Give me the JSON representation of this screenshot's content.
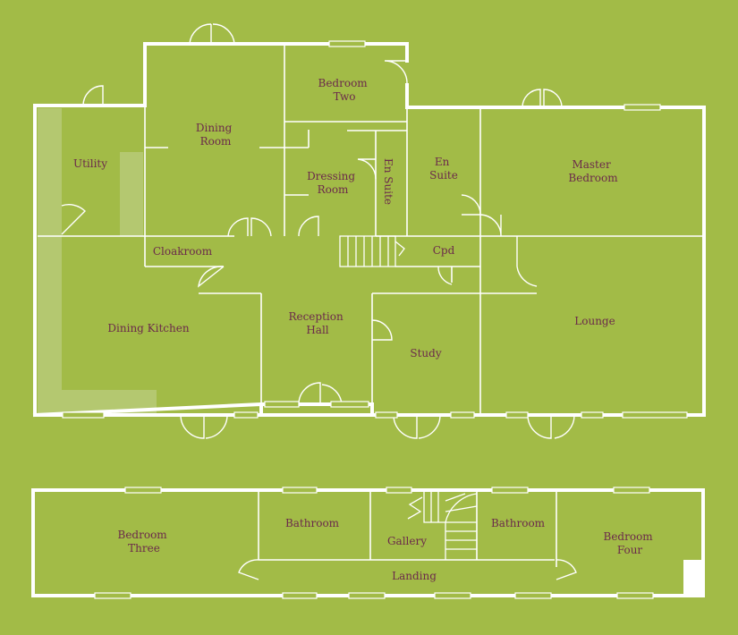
{
  "colors": {
    "background": "#a2bb47",
    "walls": "#ffffff",
    "labels": "#6b2a4a",
    "worktops": "#b4c870"
  },
  "ground_floor": {
    "rooms": {
      "dining_room": [
        "Dining",
        "Room"
      ],
      "bedroom_two": [
        "Bedroom",
        "Two"
      ],
      "utility": [
        "Utility"
      ],
      "dressing_room": [
        "Dressing",
        "Room"
      ],
      "en_suite_vertical": [
        "En Suite"
      ],
      "en_suite": [
        "En",
        "Suite"
      ],
      "master_bedroom": [
        "Master",
        "Bedroom"
      ],
      "cloakroom": [
        "Cloakroom"
      ],
      "cpd": [
        "Cpd"
      ],
      "reception_hall": [
        "Reception",
        "Hall"
      ],
      "dining_kitchen": [
        "Dining Kitchen"
      ],
      "lounge": [
        "Lounge"
      ],
      "study": [
        "Study"
      ]
    }
  },
  "first_floor": {
    "rooms": {
      "bedroom_three": [
        "Bedroom",
        "Three"
      ],
      "bathroom_left": [
        "Bathroom"
      ],
      "gallery": [
        "Gallery"
      ],
      "bathroom_right": [
        "Bathroom"
      ],
      "bedroom_four": [
        "Bedroom",
        "Four"
      ],
      "landing": [
        "Landing"
      ]
    }
  }
}
